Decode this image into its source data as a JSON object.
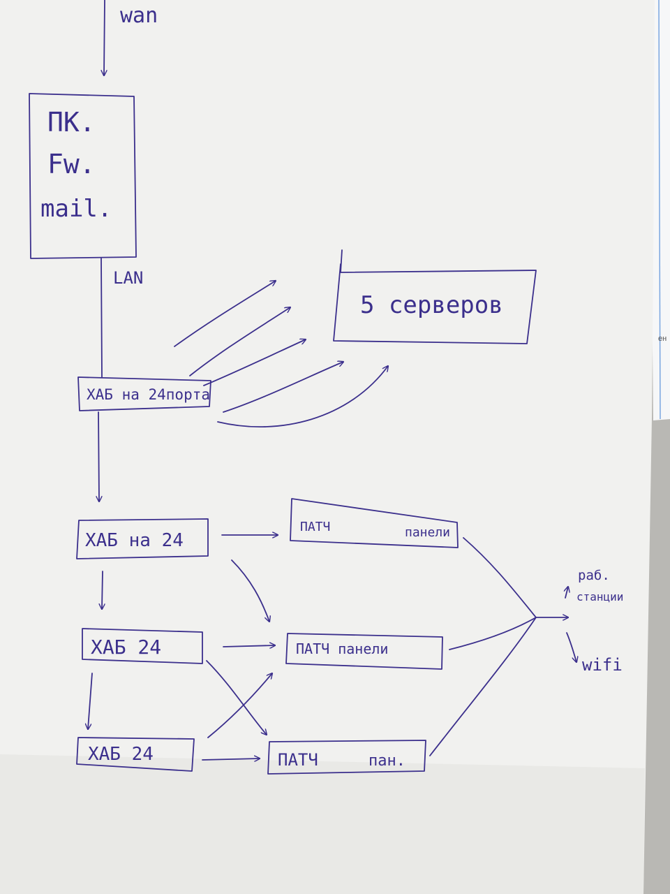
{
  "colors": {
    "paper": "#f1f1ef",
    "paper_shadow": "#d7d6d2",
    "background": "#b9b8b4",
    "second_sheet": "#f6f7f8",
    "second_sheet_line": "#7aa6e0",
    "ink": "#3b2f8c"
  },
  "diagram": {
    "wan_label": "wan",
    "pc_box": {
      "line1": "ПК.",
      "line2": "Fw.",
      "line3": "mail."
    },
    "lan_label": "LAN",
    "servers_label": "5 серверов",
    "hub1_label": "ХАБ на 24порта",
    "hub2_label": "ХАБ на 24",
    "hub3_label": "ХАБ 24",
    "hub4_label": "ХАБ 24",
    "patch1_label_a": "ПАТЧ",
    "patch1_label_b": "панели",
    "patch2_label": "ПАТЧ панели",
    "patch3_label_a": "ПАТЧ",
    "patch3_label_b": "пан.",
    "workstations_label_a": "раб.",
    "workstations_label_b": "станции",
    "wifi_label": "wifi",
    "side_sheet_fragment": "ен"
  }
}
